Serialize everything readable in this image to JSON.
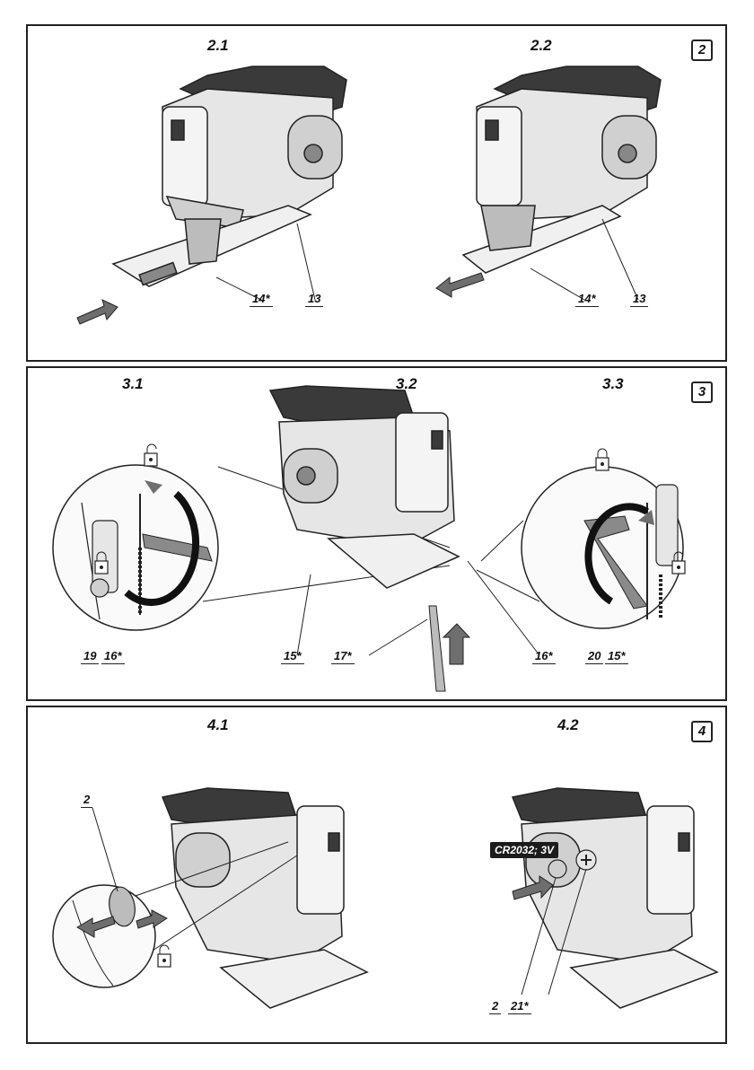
{
  "panels": [
    {
      "number": "2",
      "subfigures": [
        "2.1",
        "2.2"
      ],
      "callouts": [
        "14*",
        "13",
        "14*",
        "13"
      ]
    },
    {
      "number": "3",
      "subfigures": [
        "3.1",
        "3.2",
        "3.3"
      ],
      "callouts": [
        "19",
        "16*",
        "15*",
        "17*",
        "16*",
        "20",
        "15*"
      ]
    },
    {
      "number": "4",
      "subfigures": [
        "4.1",
        "4.2"
      ],
      "callouts": [
        "2",
        "2",
        "21*"
      ],
      "battery_label": "CR2032; 3V"
    }
  ],
  "colors": {
    "outline": "#222222",
    "tool_dark": "#3a3a3a",
    "tool_mid": "#8a8a8a",
    "tool_light": "#e6e6e6",
    "arrow": "#6e6e6e"
  },
  "icons": [
    "push-arrow-icon",
    "pull-arrow-icon",
    "rotate-arrow-icon",
    "lock-icon",
    "unlock-icon",
    "allen-key-icon",
    "saw-blade-icon",
    "jigsaw-illustration"
  ]
}
